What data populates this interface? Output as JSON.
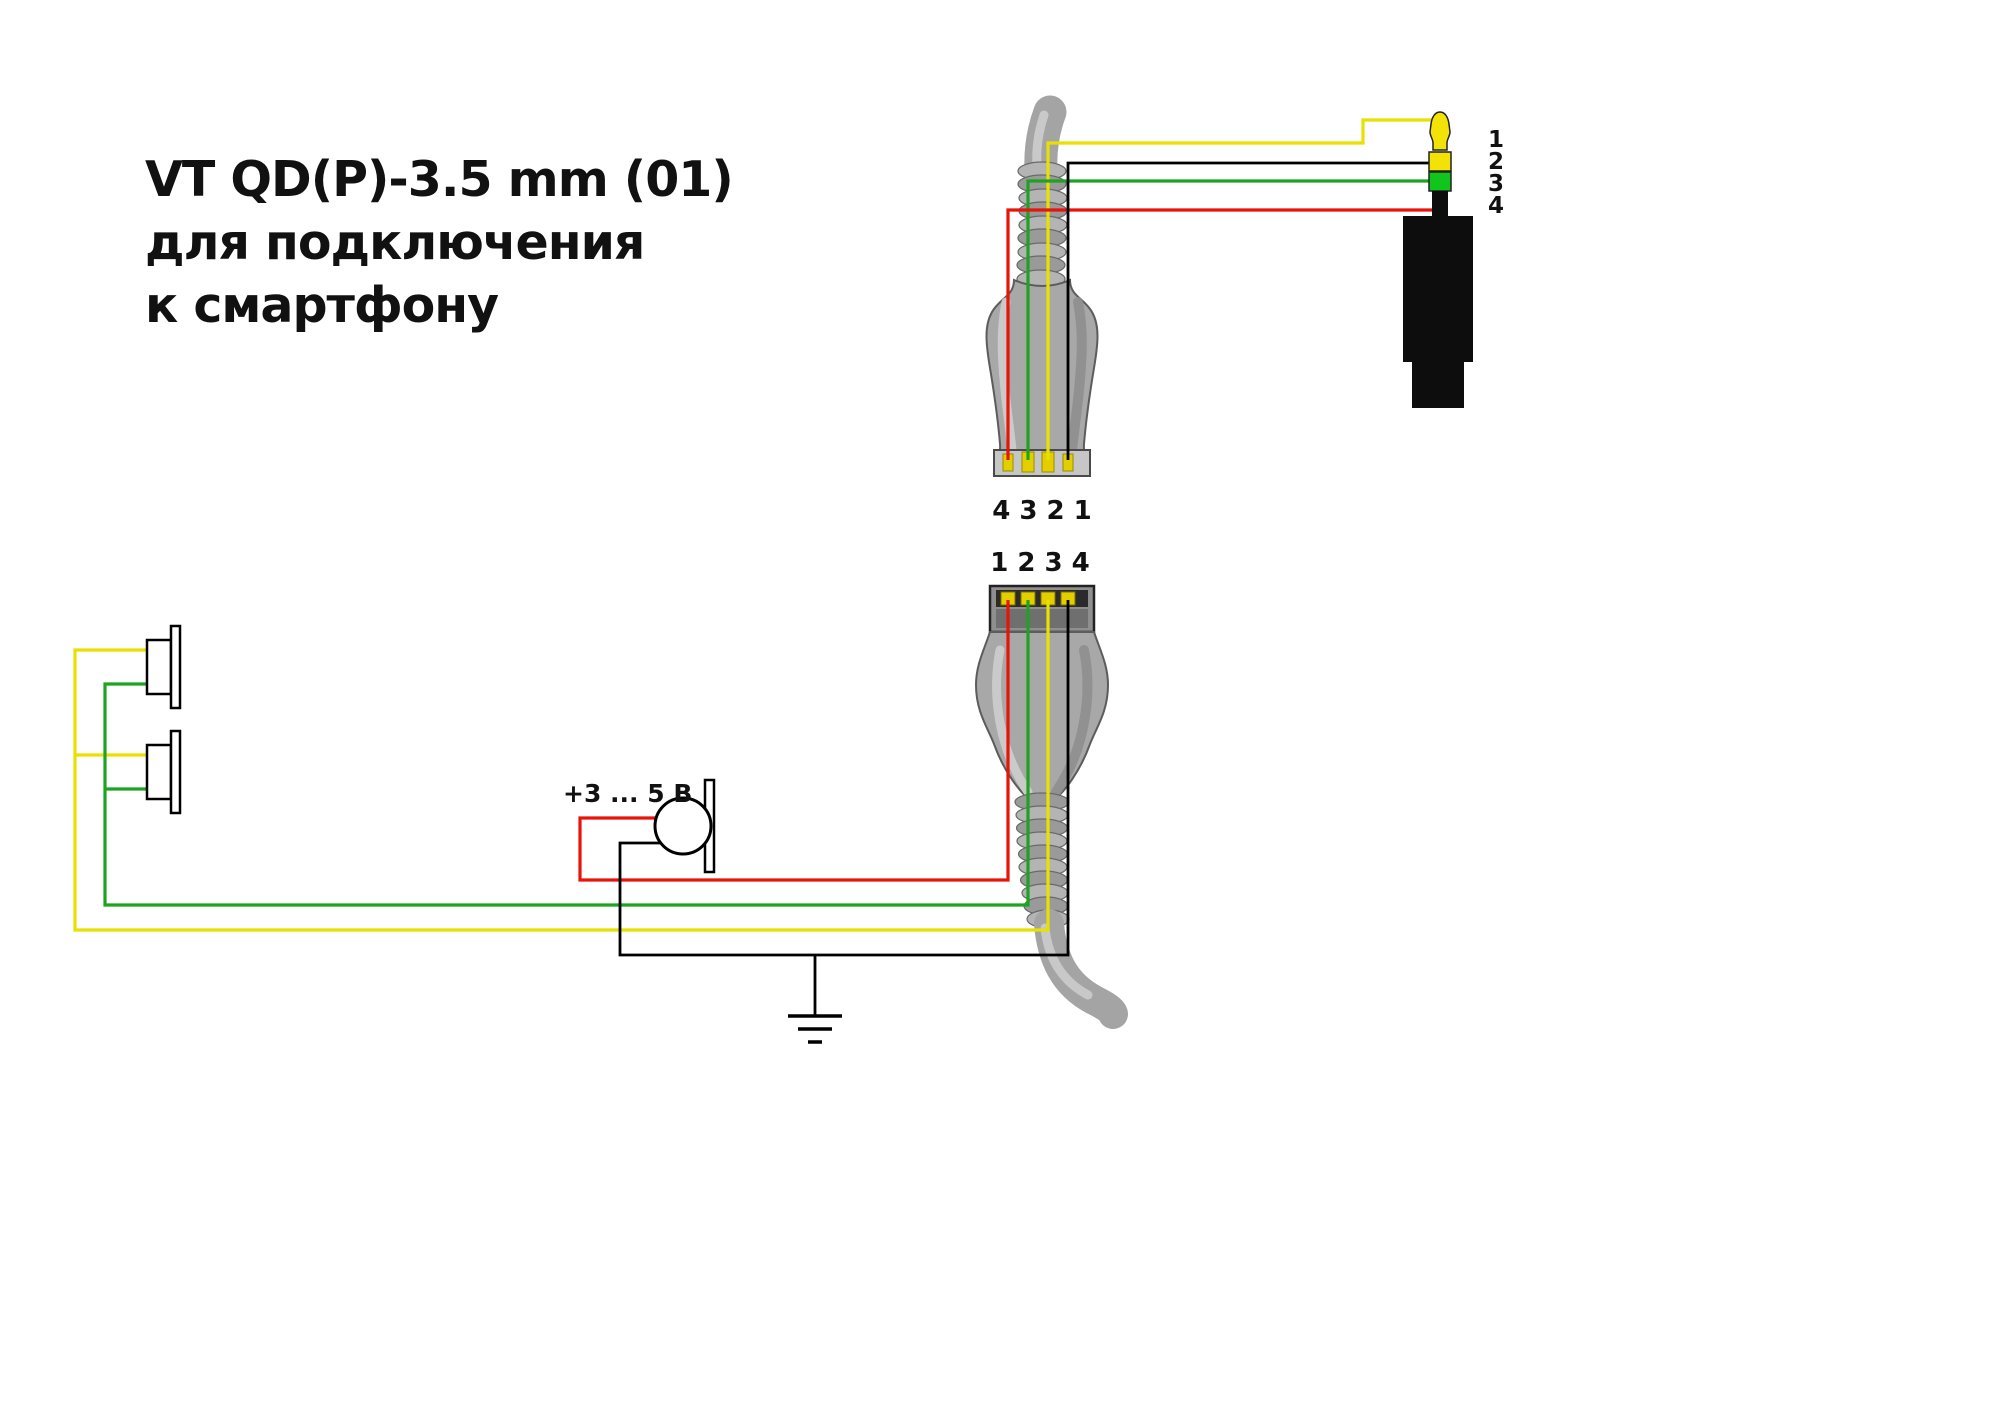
{
  "title": {
    "line1": "VT QD(P)-3.5 mm (01)",
    "line2": "для подключения",
    "line3": "к смартфону"
  },
  "qd_plug": {
    "pin_label": "4 3 2 1"
  },
  "qd_socket": {
    "pin_label": "1 2 3 4"
  },
  "jack": {
    "contacts": [
      "1",
      "2",
      "3",
      "4"
    ]
  },
  "mic": {
    "voltage_label": "+3 ... 5 В"
  },
  "colors": {
    "wire_red": "#e81309",
    "wire_green": "#1ca421",
    "wire_yellow": "#e8e000",
    "wire_black": "#000000",
    "contact_gold": "#e3cf00",
    "jack_tip": "#f2e205",
    "jack_ring2": "#f2e205",
    "jack_ring3": "#10c61c",
    "jack_body": "#0d0d0d"
  }
}
